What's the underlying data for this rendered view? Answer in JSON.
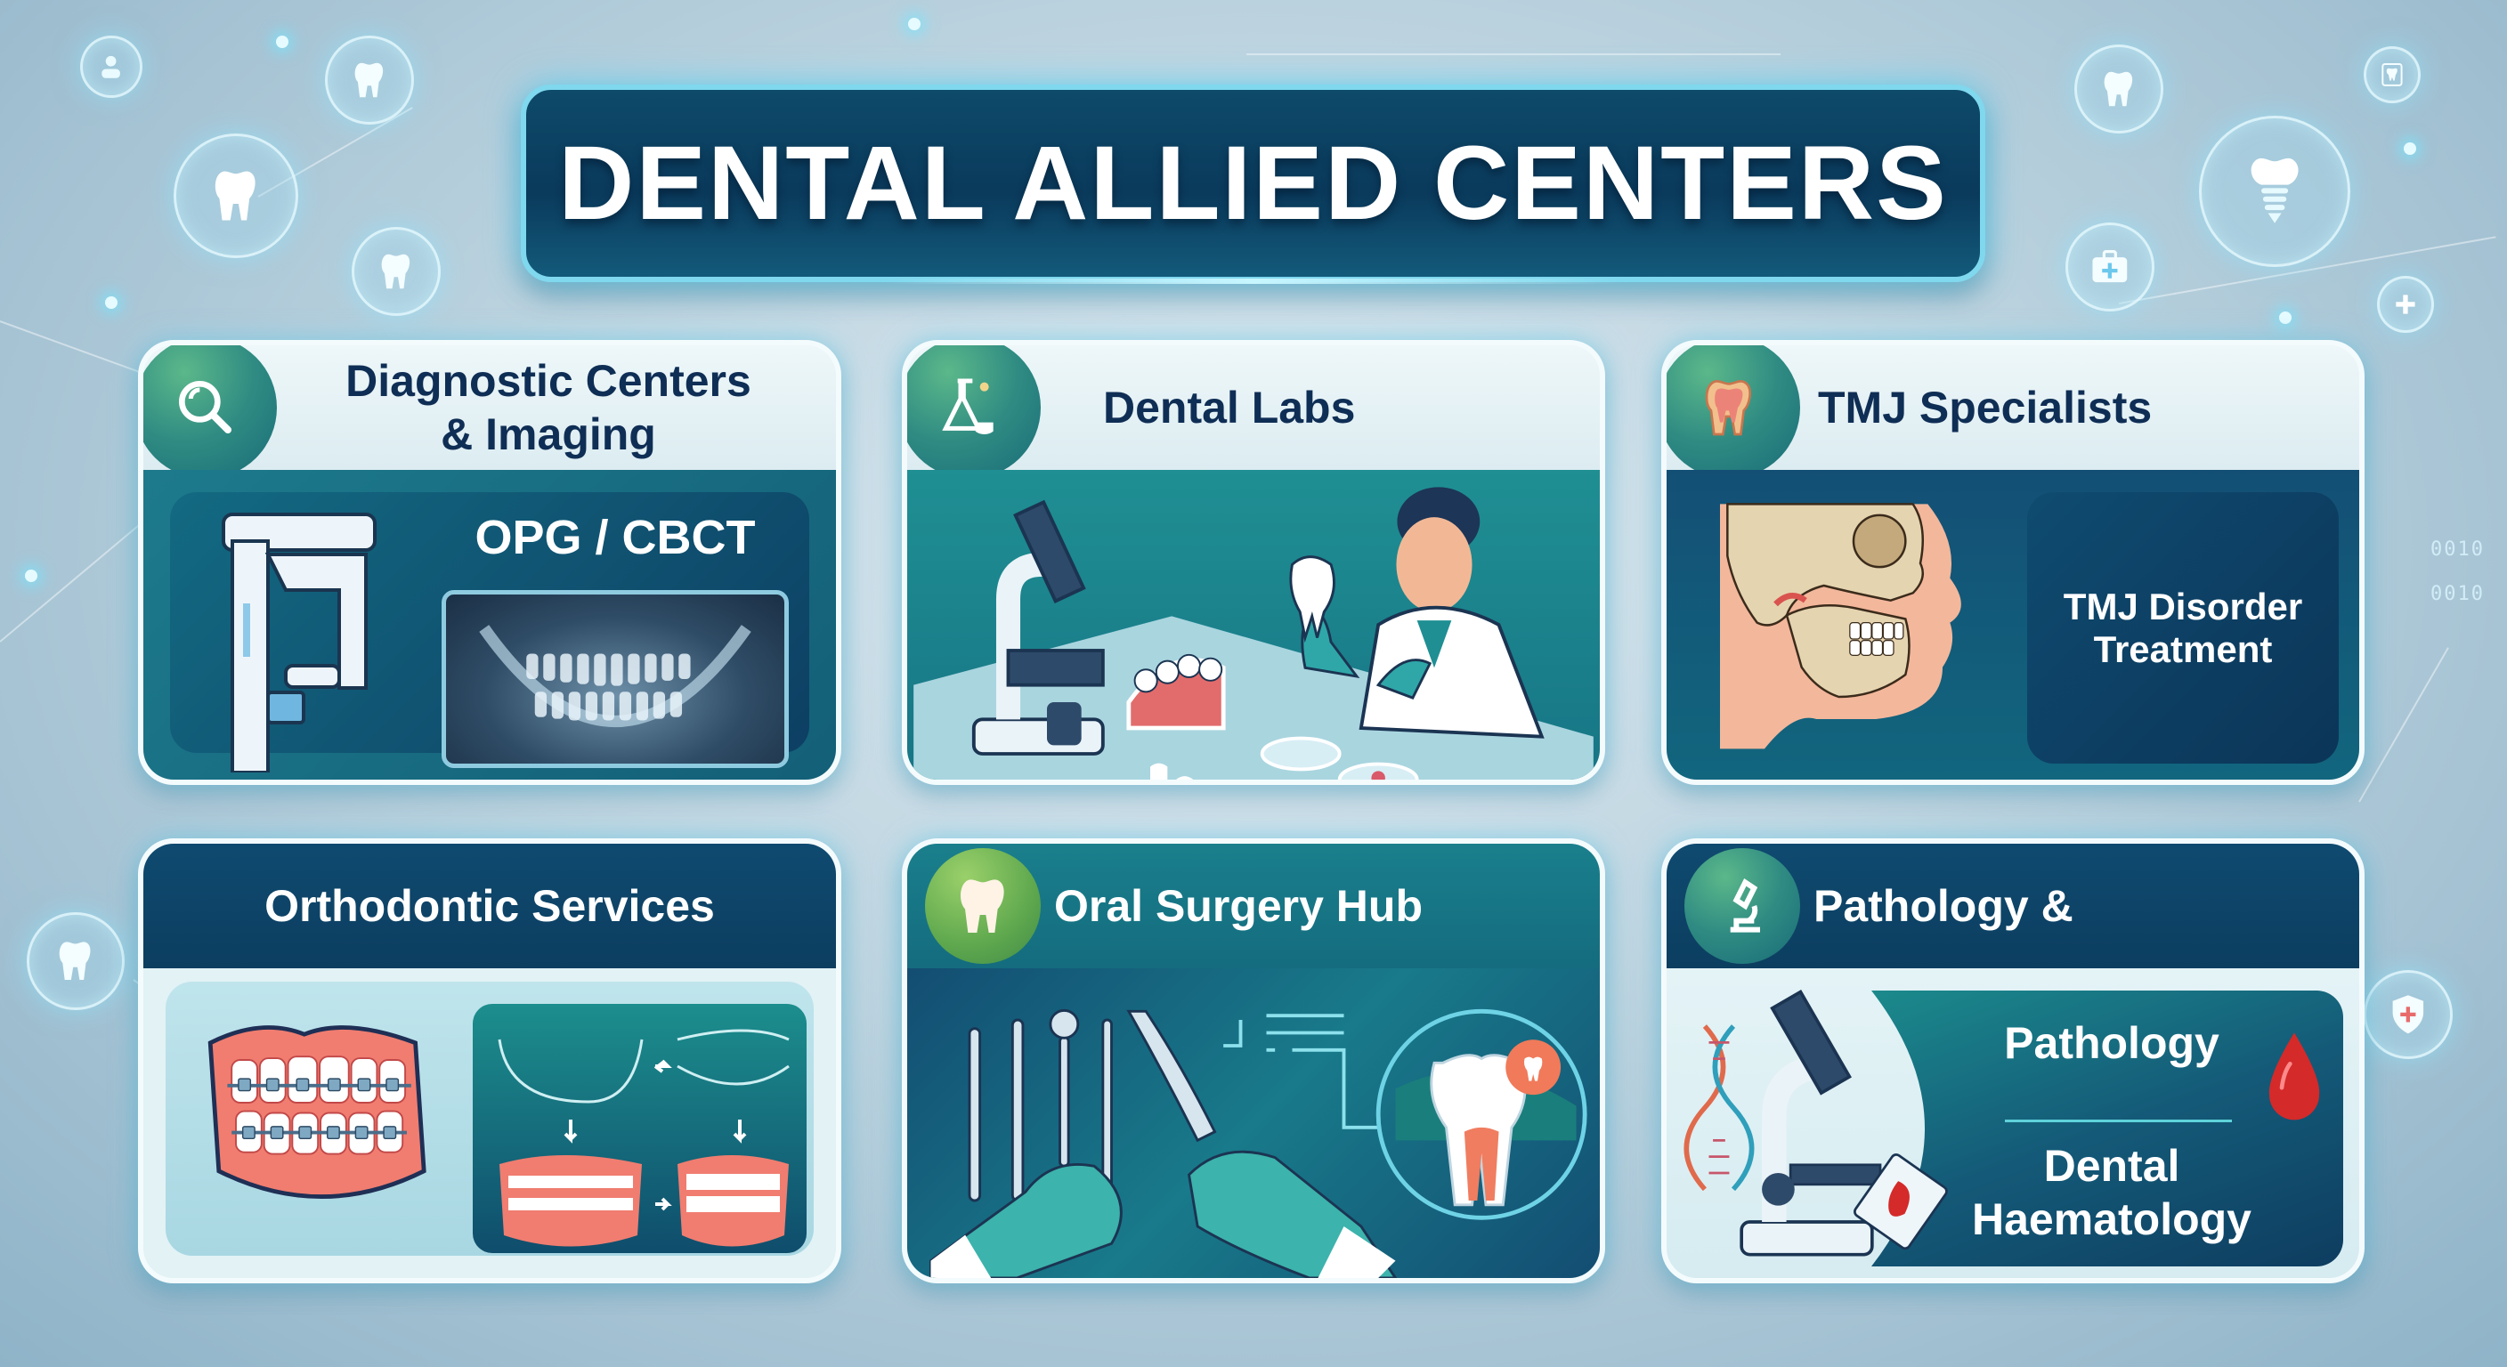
{
  "title": "DENTAL ALLIED CENTERS",
  "colors": {
    "navy": "#0f2e55",
    "banner": "#0a3a5c",
    "teal": "#1a7f8c",
    "accent_glow": "#7fd8ee",
    "card_bg": "#e8f4f7",
    "blood_red": "#d42a2a"
  },
  "decor": {
    "binary_labels": [
      "0010",
      "0010"
    ],
    "network_icons_left": [
      "user-icon",
      "tooth-icon",
      "tooth-icon",
      "tooth-icon",
      "tooth-icon"
    ],
    "network_icons_right": [
      "tooth-crown-icon",
      "tooth-card-icon",
      "dental-implant-icon",
      "medical-kit-icon",
      "plus-icon",
      "shield-plus-icon"
    ]
  },
  "cards": [
    {
      "title": "Diagnostic Centers & Imaging",
      "title_line1": "Diagnostic Centers",
      "title_line2": "& Imaging",
      "icon": "magnifier-icon",
      "panel_label": "OPG / CBCT",
      "illustrations": [
        "panoramic-xray-machine",
        "panoramic-xray-image"
      ]
    },
    {
      "title": "Dental Labs",
      "icon": "flask-icon",
      "illustrations": [
        "microscope",
        "dentures-model",
        "lab-technician",
        "petri-dishes",
        "loose-teeth"
      ]
    },
    {
      "title": "TMJ Specialists",
      "icon": "tooth-icon",
      "panel_label_line1": "TMJ Disorder",
      "panel_label_line2": "Treatment",
      "illustrations": [
        "skull-jaw-profile"
      ]
    },
    {
      "title": "Orthodontic Services",
      "illustrations": [
        "braces-teeth",
        "aligner-progression"
      ]
    },
    {
      "title": "Oral Surgery Hub",
      "icon": "tooth-icon",
      "illustrations": [
        "surgical-instruments",
        "gloved-hands-forceps",
        "tooth-target-diagram"
      ]
    },
    {
      "title": "Pathology &",
      "icon": "microscope-icon",
      "panel_label_line1": "Pathology",
      "panel_label_line2": "Dental",
      "panel_label_line3": "Haematology",
      "illustrations": [
        "dna-helix",
        "microscope",
        "blood-slide",
        "blood-drop"
      ]
    }
  ]
}
